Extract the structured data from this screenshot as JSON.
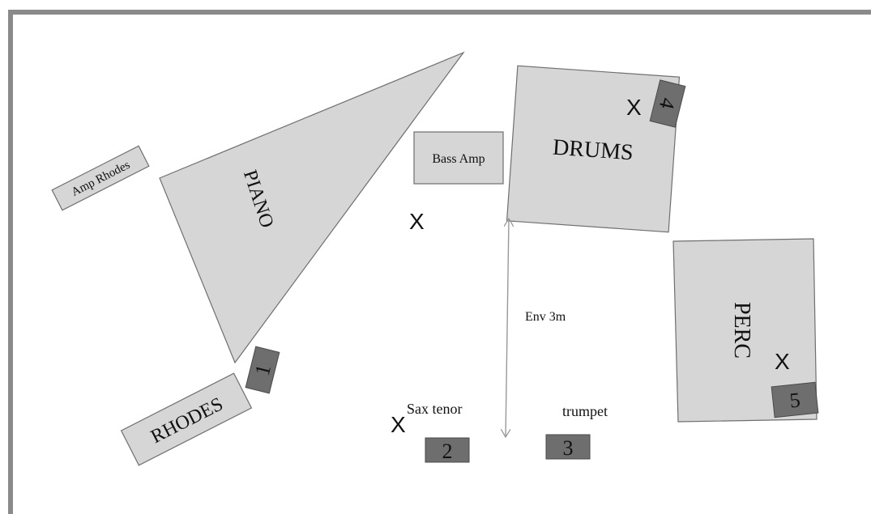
{
  "colors": {
    "frame": "#8a8a8a",
    "instrument_fill": "#d6d6d6",
    "instrument_stroke": "#6f6f6f",
    "monitor_fill": "#6e6e6e",
    "text": "#111111",
    "arrow": "#999999"
  },
  "instruments": {
    "amp_rhodes": "Amp Rhodes",
    "piano": "PIANO",
    "rhodes": "RHODES",
    "bass_amp": "Bass Amp",
    "drums": "DRUMS",
    "perc": "PERC"
  },
  "musicians": {
    "sax_tenor": "Sax tenor",
    "trumpet": "trumpet"
  },
  "monitors": {
    "m1": "1",
    "m2": "2",
    "m3": "3",
    "m4": "4",
    "m5": "5"
  },
  "mic_mark": "X",
  "distance_label": "Env 3m"
}
